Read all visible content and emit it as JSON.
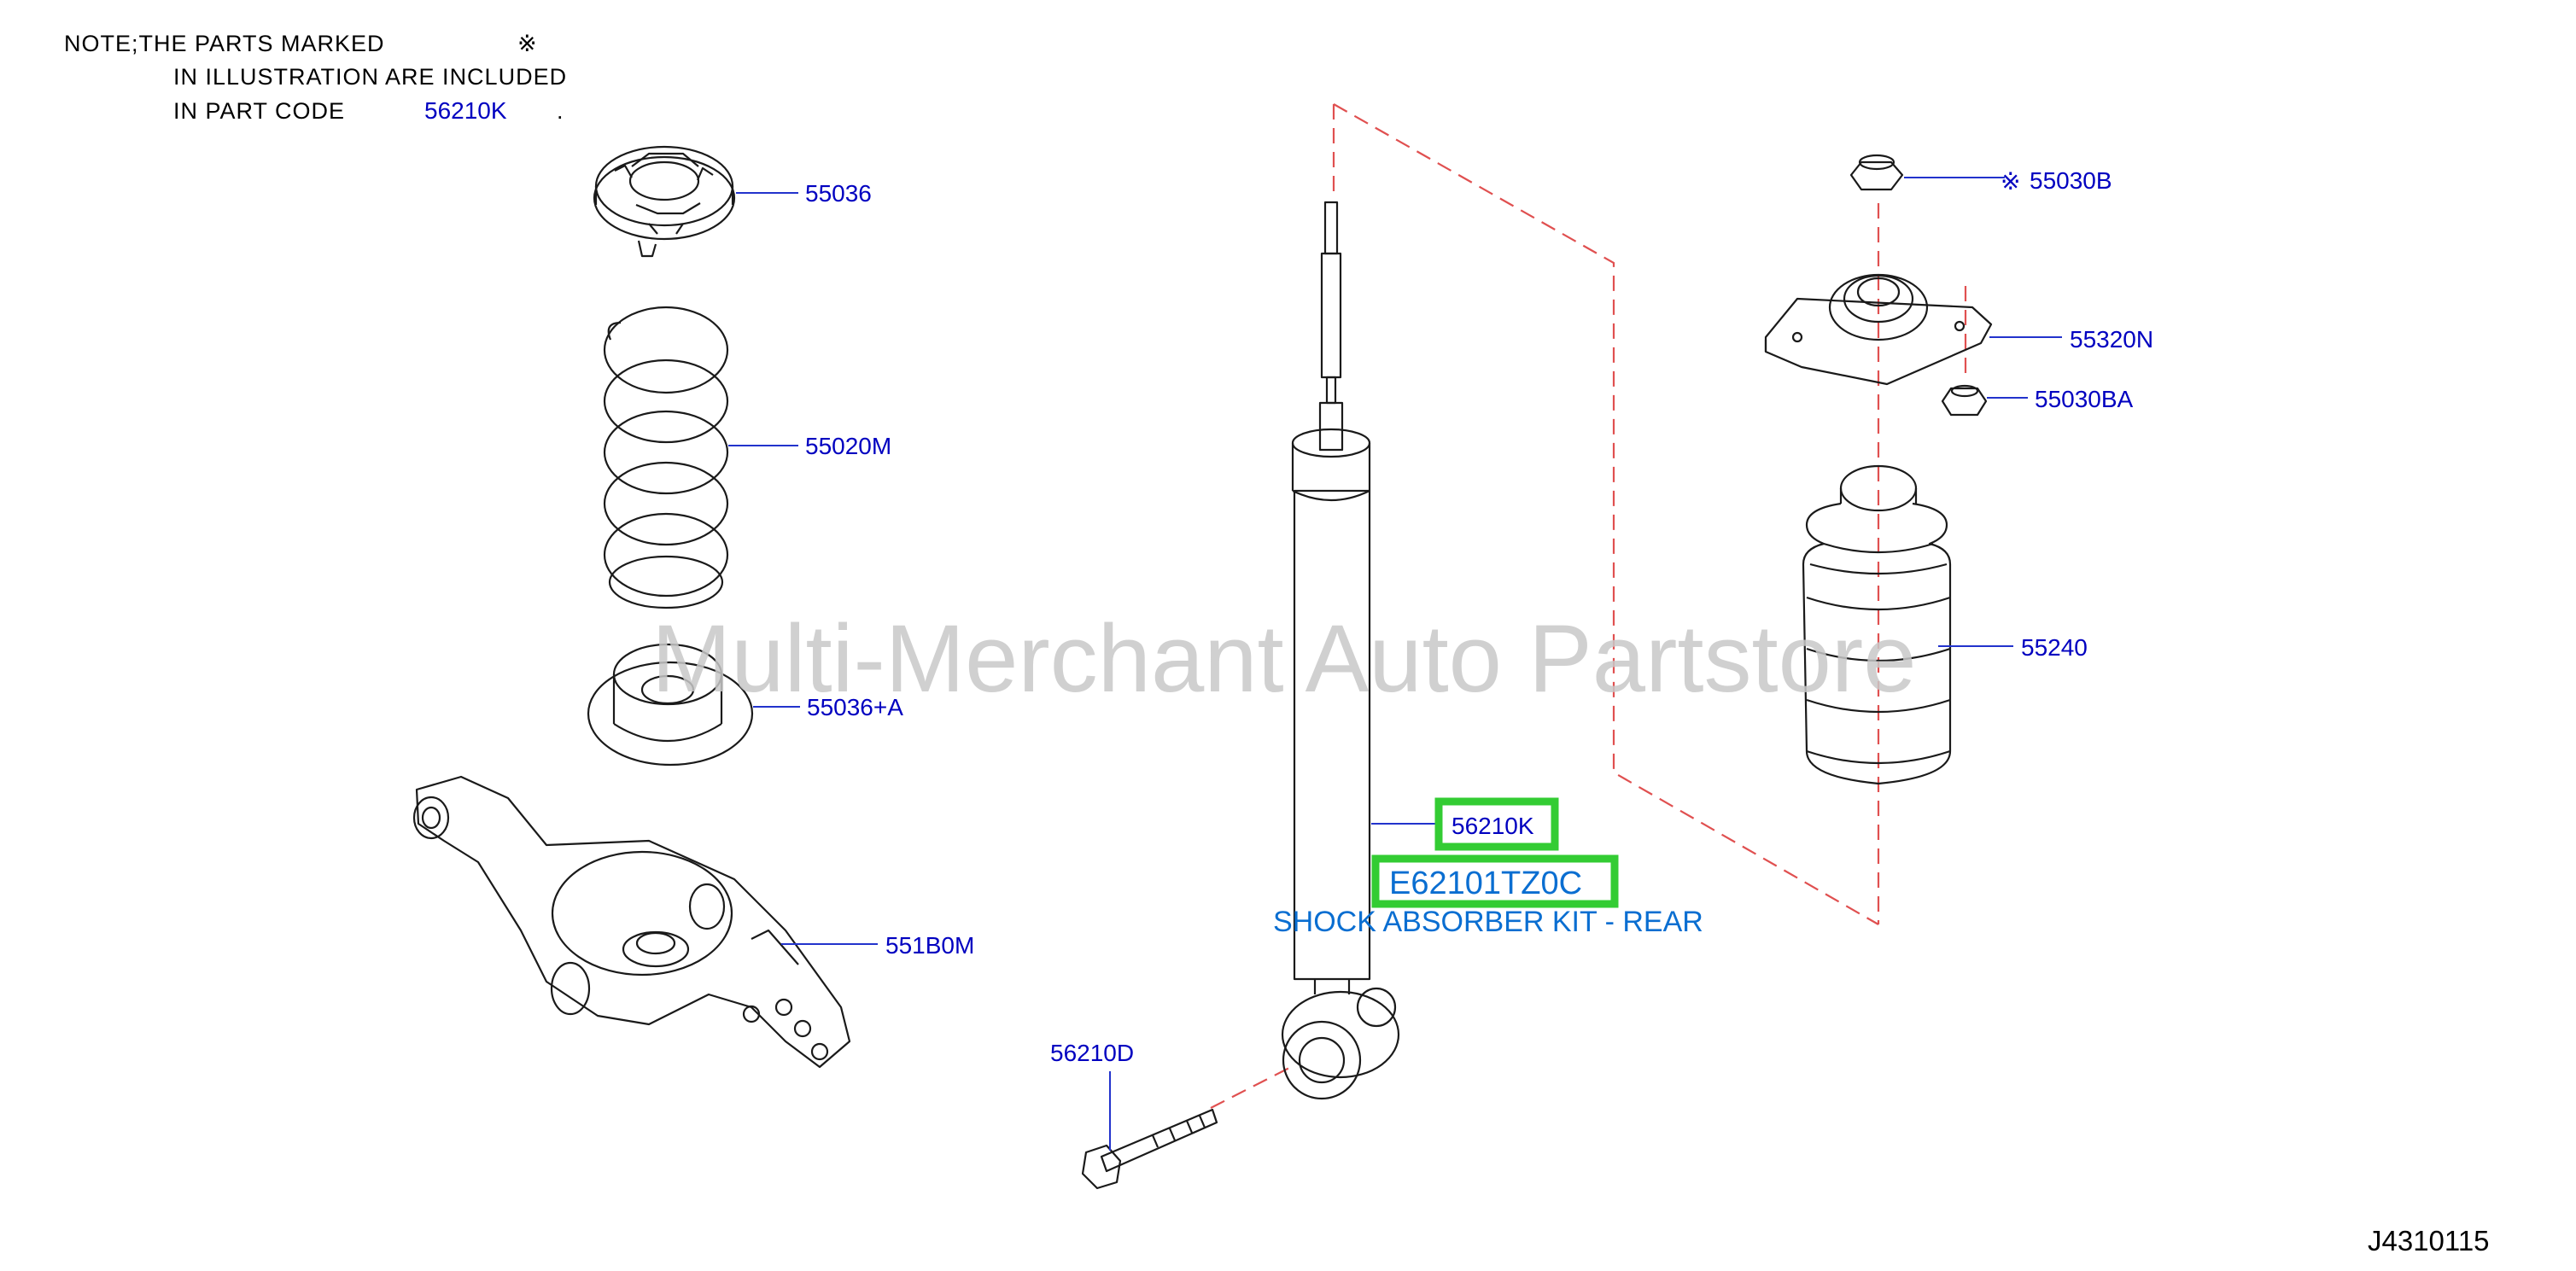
{
  "note": {
    "line1": "NOTE;THE   PARTS   MARKED",
    "symbol": "※",
    "line2": "IN   ILLUSTRATION   ARE   INCLUDED",
    "line3": "IN   PART   CODE",
    "code": "56210K",
    "period": "."
  },
  "parts": {
    "p55036": "55036",
    "p55020M": "55020M",
    "p55036A": "55036+A",
    "p551B0M": "551B0M",
    "p56210D": "56210D",
    "p56210K": "56210K",
    "p55030B_mark": "※",
    "p55030B": "55030B",
    "p55320N": "55320N",
    "p55030BA": "55030BA",
    "p55240": "55240"
  },
  "highlight": {
    "oem_number": "E62101TZ0C",
    "description": "SHOCK ABSORBER KIT - REAR"
  },
  "watermark": "Multi-Merchant Auto Partstore",
  "diagram_code": "J4310115",
  "colors": {
    "part_label": "#0000c0",
    "highlight_box": "#33cc33",
    "highlight_text": "#0a6ed1",
    "dashed_line": "#e05050",
    "watermark": "#c8c8c8"
  }
}
